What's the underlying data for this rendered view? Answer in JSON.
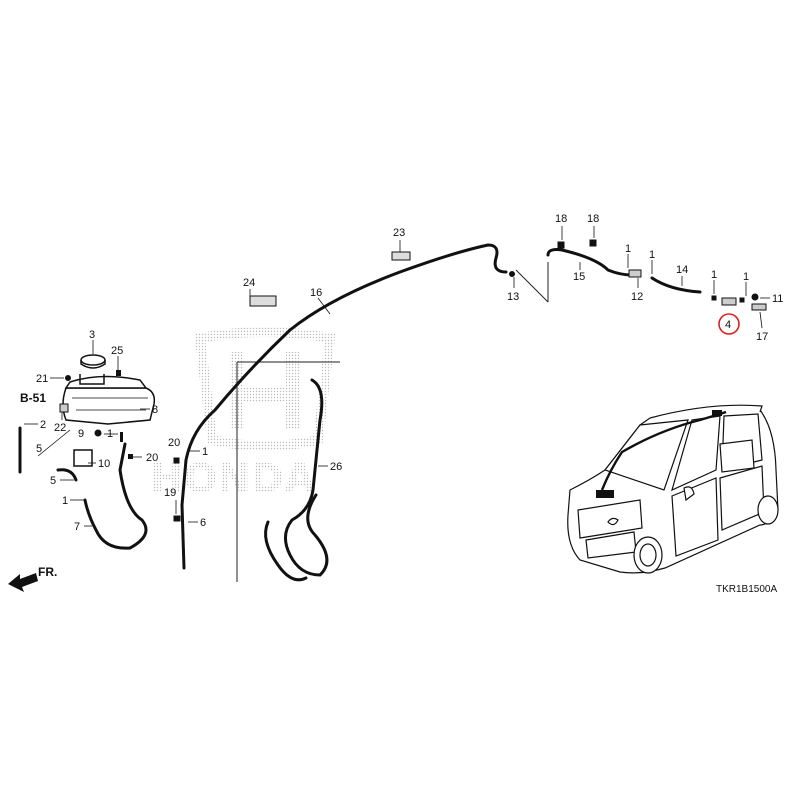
{
  "diagram": {
    "section_ref": "B-51",
    "diagram_code": "TKR1B1500A",
    "front_indicator": "FR.",
    "watermark": "HONDA",
    "highlighted_part": "4",
    "labels": [
      {
        "id": "l3",
        "text": "3"
      },
      {
        "id": "l25",
        "text": "25"
      },
      {
        "id": "l21",
        "text": "21"
      },
      {
        "id": "l8",
        "text": "8"
      },
      {
        "id": "l22",
        "text": "22"
      },
      {
        "id": "l2",
        "text": "2"
      },
      {
        "id": "l9",
        "text": "9"
      },
      {
        "id": "l1a",
        "text": "1"
      },
      {
        "id": "l5a",
        "text": "5"
      },
      {
        "id": "l10",
        "text": "10"
      },
      {
        "id": "l20a",
        "text": "20"
      },
      {
        "id": "l5b",
        "text": "5"
      },
      {
        "id": "l1b",
        "text": "1"
      },
      {
        "id": "l7",
        "text": "7"
      },
      {
        "id": "l20b",
        "text": "20"
      },
      {
        "id": "l1c",
        "text": "1"
      },
      {
        "id": "l19",
        "text": "19"
      },
      {
        "id": "l6",
        "text": "6"
      },
      {
        "id": "l24",
        "text": "24"
      },
      {
        "id": "l16",
        "text": "16"
      },
      {
        "id": "l23",
        "text": "23"
      },
      {
        "id": "l26",
        "text": "26"
      },
      {
        "id": "l13",
        "text": "13"
      },
      {
        "id": "l18a",
        "text": "18"
      },
      {
        "id": "l18b",
        "text": "18"
      },
      {
        "id": "l15",
        "text": "15"
      },
      {
        "id": "l1d",
        "text": "1"
      },
      {
        "id": "l12",
        "text": "12"
      },
      {
        "id": "l1e",
        "text": "1"
      },
      {
        "id": "l14",
        "text": "14"
      },
      {
        "id": "l1f",
        "text": "1"
      },
      {
        "id": "l1g",
        "text": "1"
      },
      {
        "id": "l11",
        "text": "11"
      },
      {
        "id": "l4",
        "text": "4"
      },
      {
        "id": "l17",
        "text": "17"
      }
    ]
  }
}
